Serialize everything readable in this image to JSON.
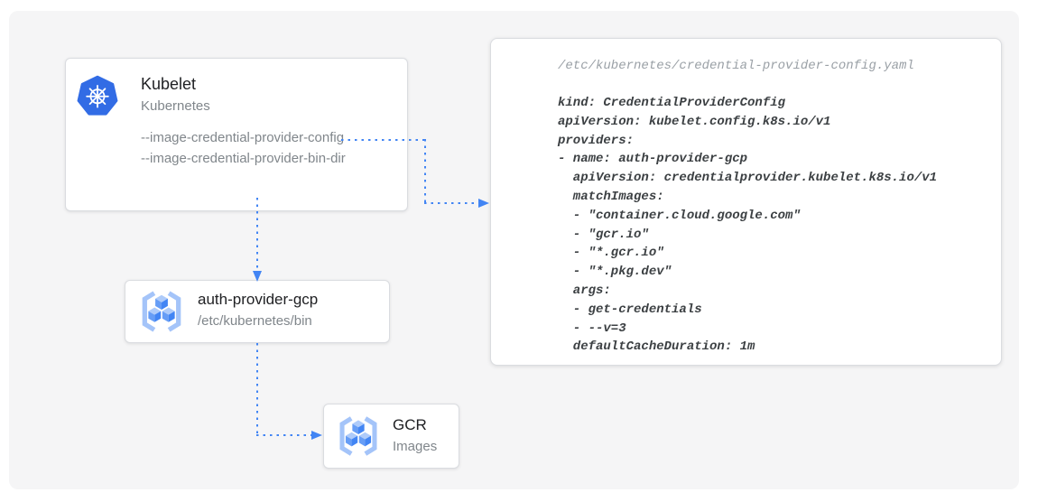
{
  "colors": {
    "arrow_blue": "#4285f4",
    "kubernetes_blue": "#326ce5",
    "panel_bg": "#f5f5f6",
    "title_text": "#202124",
    "secondary_text": "#80868b",
    "code_text": "#3c4043",
    "code_filename_text": "#9aa0a6"
  },
  "nodes": {
    "kubelet": {
      "title": "Kubelet",
      "subtitle": "Kubernetes",
      "icon": "kubernetes-icon",
      "flag_config": "--image-credential-provider-config",
      "flag_bin_dir": "--image-credential-provider-bin-dir"
    },
    "auth_provider": {
      "title": "auth-provider-gcp",
      "subtitle": "/etc/kubernetes/bin",
      "icon": "gcr-icon"
    },
    "gcr": {
      "title": "GCR",
      "subtitle": "Images",
      "icon": "gcr-icon"
    }
  },
  "code_panel": {
    "filename": "/etc/kubernetes/credential-provider-config.yaml",
    "code": "kind: CredentialProviderConfig\napiVersion: kubelet.config.k8s.io/v1\nproviders:\n- name: auth-provider-gcp\n  apiVersion: credentialprovider.kubelet.k8s.io/v1\n  matchImages:\n  - \"container.cloud.google.com\"\n  - \"gcr.io\"\n  - \"*.gcr.io\"\n  - \"*.pkg.dev\"\n  args:\n  - get-credentials\n  - --v=3\n  defaultCacheDuration: 1m"
  },
  "connections": {
    "kubelet_flag_to_config_file": "dotted-arrow",
    "kubelet_to_auth_provider": "dotted-arrow",
    "auth_provider_to_gcr": "dotted-arrow"
  }
}
